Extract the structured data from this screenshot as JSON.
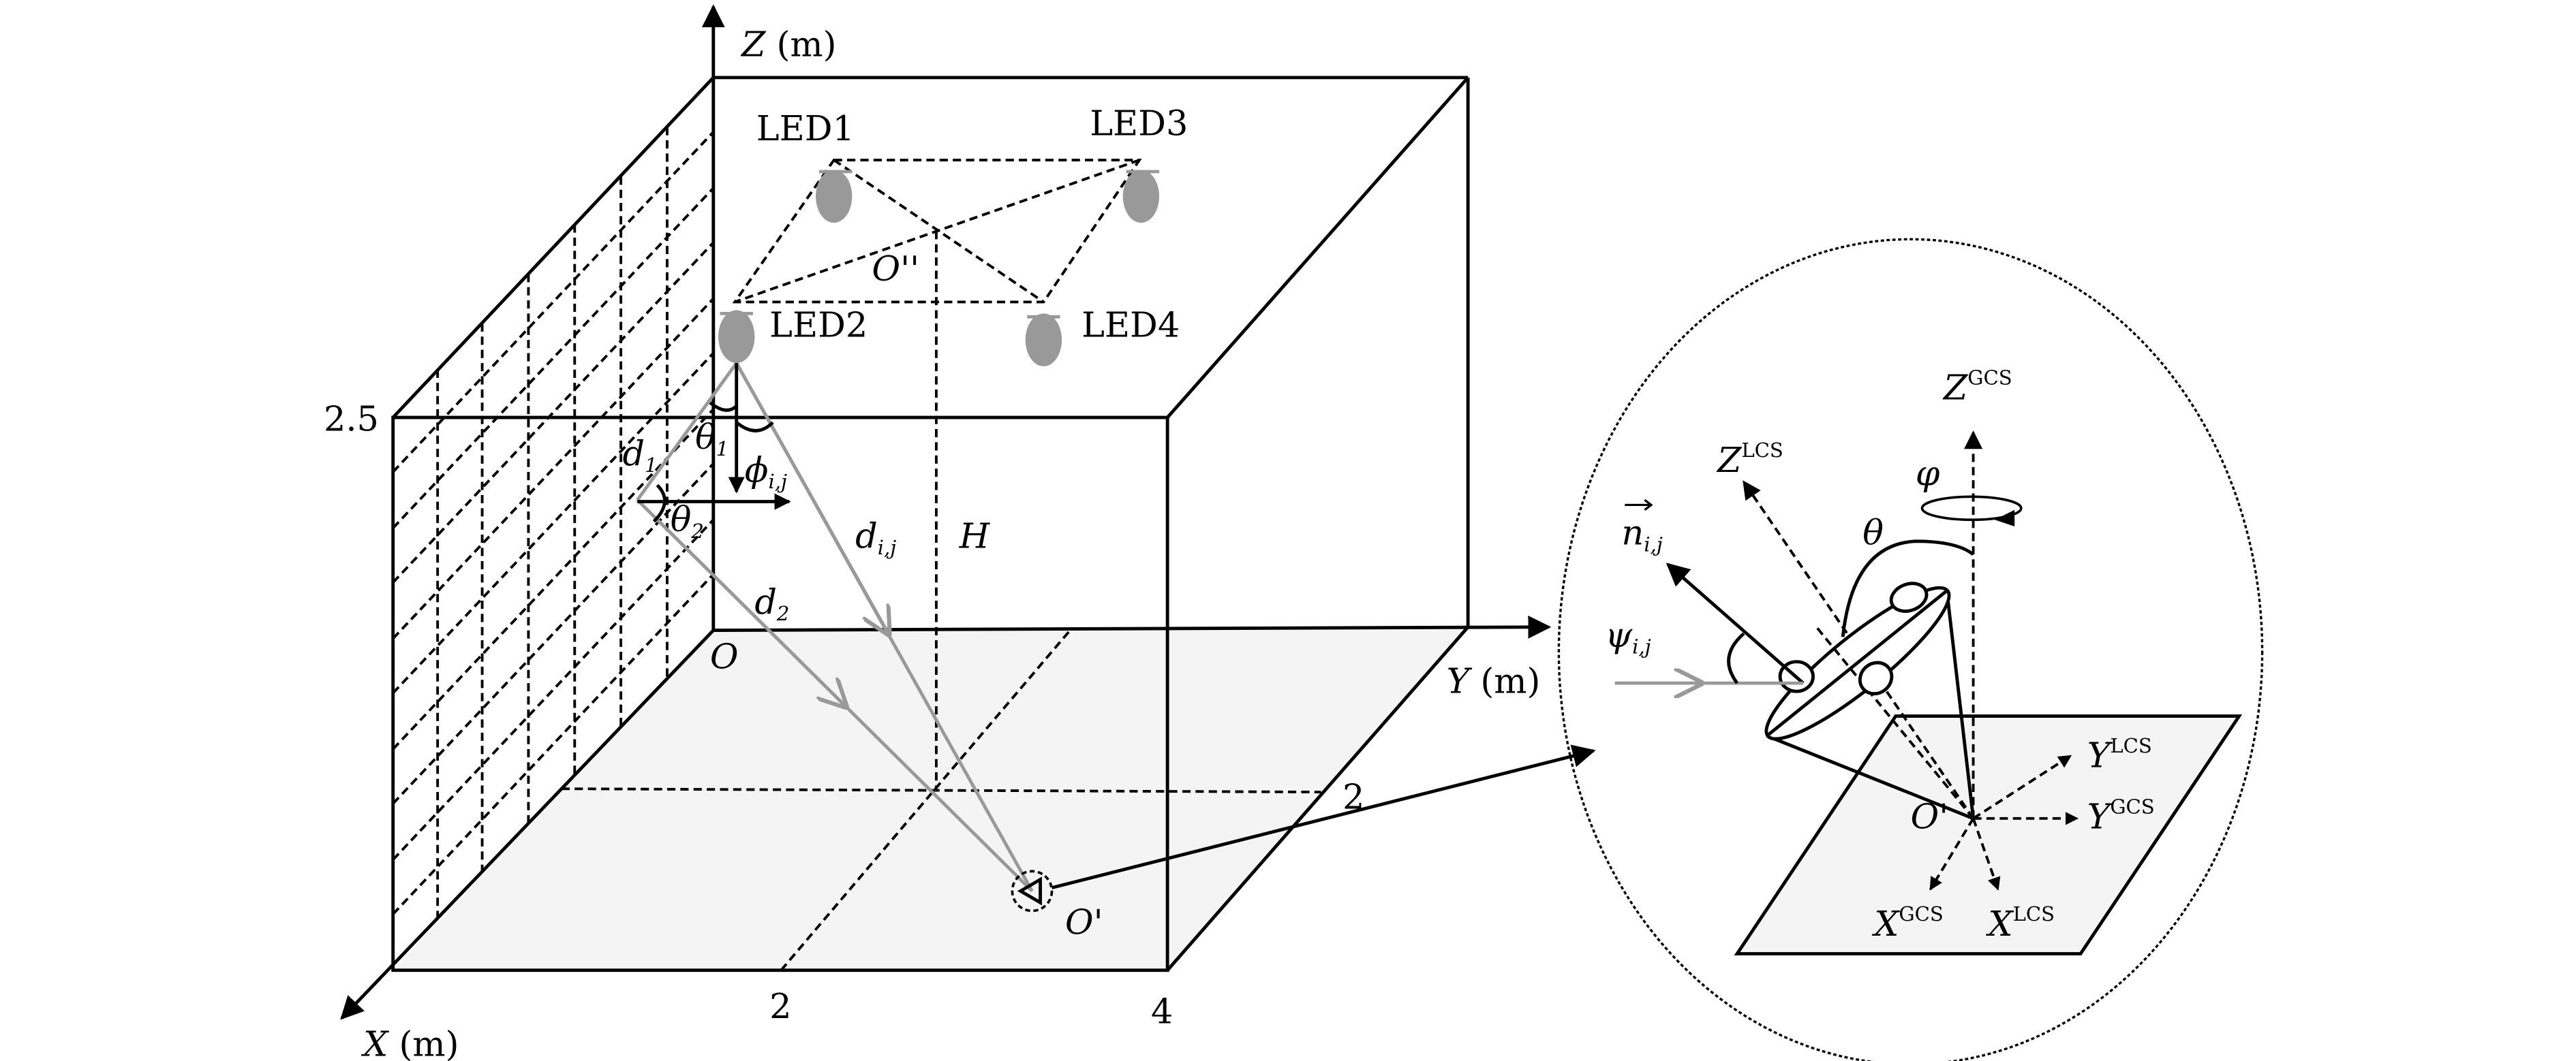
{
  "colors": {
    "floor": "#f4f4f4",
    "led": "#999999",
    "ray": "#999999",
    "ink": "#000000"
  },
  "axes": {
    "z": {
      "name": "Z",
      "unit": " (m)"
    },
    "y": {
      "name": "Y",
      "unit": " (m)"
    },
    "x": {
      "name": "X",
      "unit": " (m)"
    },
    "origin": "O",
    "height_tick": "2.5",
    "y_mid_tick": "2",
    "x_mid_tick": "2",
    "x_end_tick": "4"
  },
  "leds": [
    {
      "label": "LED1"
    },
    {
      "label": "LED2"
    },
    {
      "label": "LED3"
    },
    {
      "label": "LED4"
    }
  ],
  "labels": {
    "center_point": "O''",
    "height": "H",
    "receiver": "O'",
    "d1": "d",
    "d1_sub": "1",
    "d2": "d",
    "d2_sub": "2",
    "dij": "d",
    "dij_sub": "i,j",
    "theta1": "θ",
    "theta1_sub": "1",
    "theta2": "θ",
    "theta2_sub": "2",
    "phi": "ϕ",
    "phi_sub": "i,j"
  },
  "inset": {
    "z_gcs": "Z",
    "z_gcs_sup": "GCS",
    "z_lcs": "Z",
    "z_lcs_sup": "LCS",
    "y_gcs": "Y",
    "y_gcs_sup": "GCS",
    "y_lcs": "Y",
    "y_lcs_sup": "LCS",
    "x_gcs": "X",
    "x_gcs_sup": "GCS",
    "x_lcs": "X",
    "x_lcs_sup": "LCS",
    "normal": "n",
    "normal_sub": "i,j",
    "psi": "ψ",
    "psi_sub": "i,j",
    "theta": "θ",
    "varphi": "φ",
    "origin": "O'"
  }
}
